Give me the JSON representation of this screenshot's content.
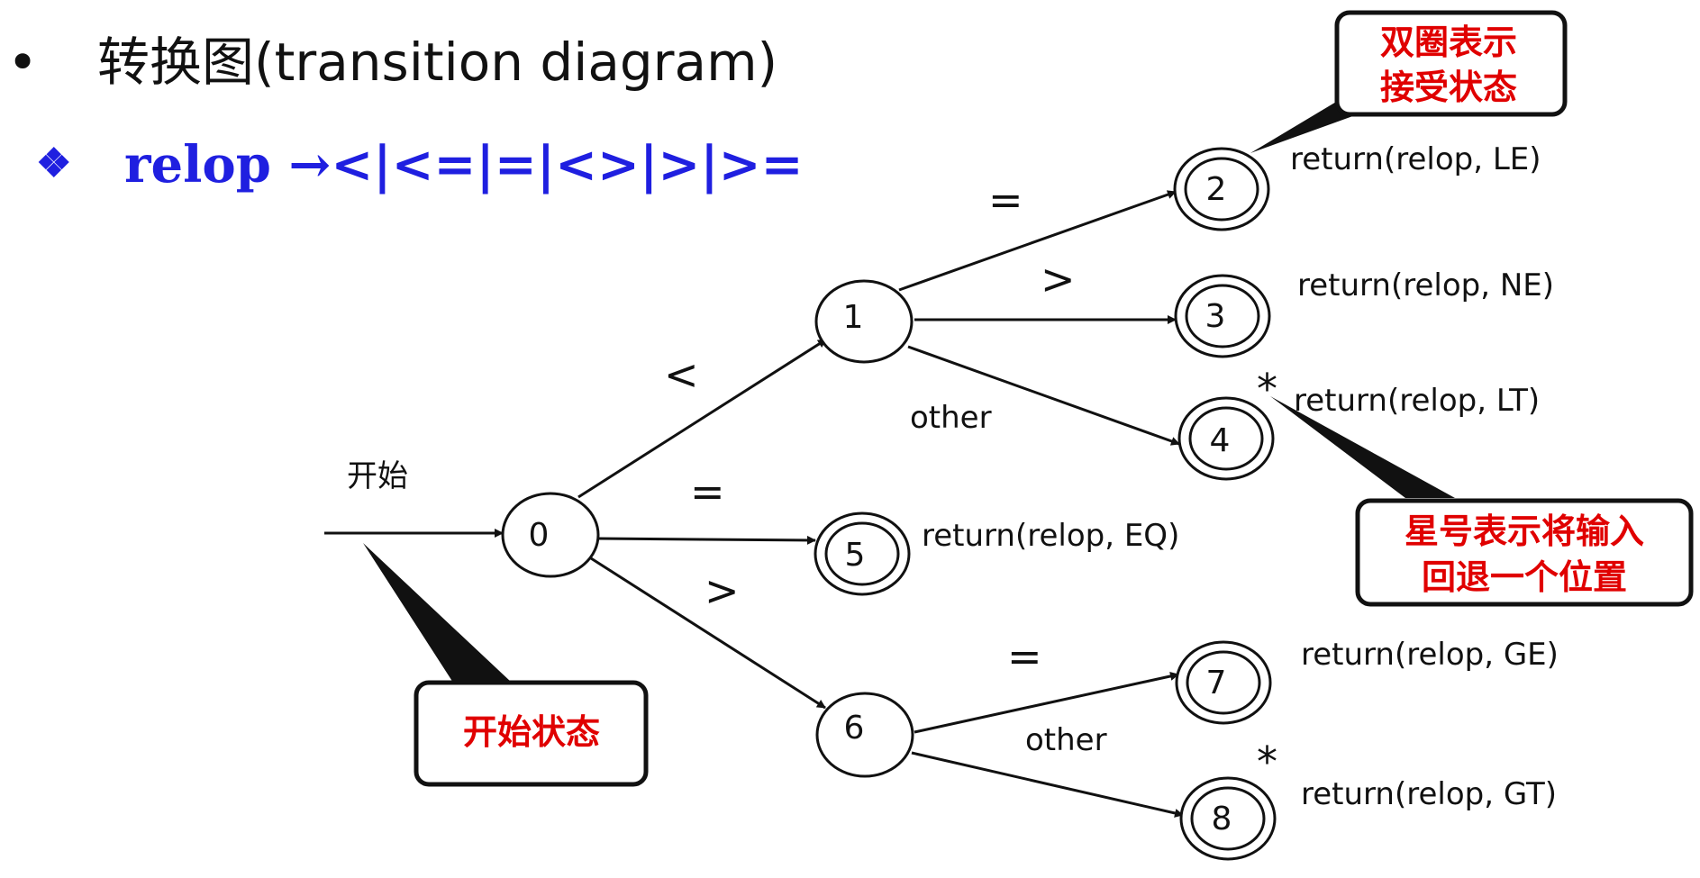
{
  "heading": {
    "bullet": "•",
    "text": "转换图(transition diagram)"
  },
  "definition": {
    "marker": "❖",
    "text": "relop →<|<=|=|<>|>|>="
  },
  "start_label": "开始",
  "states": [
    {
      "id": "0",
      "label": "0",
      "accepting": false
    },
    {
      "id": "1",
      "label": "1",
      "accepting": false
    },
    {
      "id": "2",
      "label": "2",
      "accepting": true,
      "retract": false,
      "action": "return(relop, LE)"
    },
    {
      "id": "3",
      "label": "3",
      "accepting": true,
      "retract": false,
      "action": "return(relop, NE)"
    },
    {
      "id": "4",
      "label": "4",
      "accepting": true,
      "retract": true,
      "action": "return(relop, LT)"
    },
    {
      "id": "5",
      "label": "5",
      "accepting": true,
      "retract": false,
      "action": "return(relop, EQ)"
    },
    {
      "id": "6",
      "label": "6",
      "accepting": false
    },
    {
      "id": "7",
      "label": "7",
      "accepting": true,
      "retract": false,
      "action": "return(relop, GE)"
    },
    {
      "id": "8",
      "label": "8",
      "accepting": true,
      "retract": true,
      "action": "return(relop, GT)"
    }
  ],
  "transitions": [
    {
      "from": "0",
      "to": "1",
      "label": "<"
    },
    {
      "from": "0",
      "to": "5",
      "label": "="
    },
    {
      "from": "0",
      "to": "6",
      "label": ">"
    },
    {
      "from": "1",
      "to": "2",
      "label": "="
    },
    {
      "from": "1",
      "to": "3",
      "label": ">"
    },
    {
      "from": "1",
      "to": "4",
      "label": "other"
    },
    {
      "from": "6",
      "to": "7",
      "label": "="
    },
    {
      "from": "6",
      "to": "8",
      "label": "other"
    }
  ],
  "retract_marker": "*",
  "callouts": {
    "accept": [
      "双圈表示",
      "接受状态"
    ],
    "retract": [
      "星号表示将输入",
      "回退一个位置"
    ],
    "start": [
      "开始状态"
    ]
  },
  "colors": {
    "callout_text": "#e00000",
    "definition": "#1f1fe0",
    "ink": "#111111"
  }
}
